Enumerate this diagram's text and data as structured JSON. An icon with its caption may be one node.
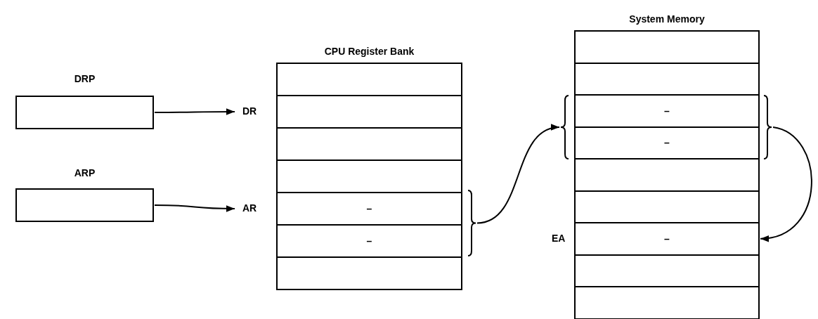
{
  "diagram": {
    "nodes": [
      {
        "text": [
          "DRP"
        ]
      },
      {
        "text": [
          "ARP"
        ]
      },
      {
        "text": [
          "CPU Register Bank"
        ]
      },
      {
        "text": [],
        "shape": "box",
        "in": 2
      },
      {
        "text": [],
        "shape": "box",
        "in": 2,
        "beside": [
          "DR"
        ]
      },
      {
        "text": [],
        "shape": "box",
        "in": 2
      },
      {
        "text": [],
        "shape": "box",
        "in": 2
      },
      {
        "text": [
          "–"
        ],
        "in": 2,
        "beside": [
          "AR"
        ]
      },
      {
        "text": [
          "–"
        ],
        "in": 2
      },
      {
        "text": [],
        "shape": "box",
        "in": 2
      },
      {
        "text": [],
        "shape": "bracket"
      },
      {
        "text": [
          "System Memory"
        ]
      },
      {
        "text": [],
        "shape": "box",
        "in": 11
      },
      {
        "text": [],
        "shape": "box",
        "in": 11
      },
      {
        "text": [
          "–"
        ],
        "in": 11
      },
      {
        "text": [
          "–"
        ],
        "in": 11
      },
      {
        "text": [],
        "shape": "box",
        "in": 11
      },
      {
        "text": [],
        "shape": "box",
        "in": 11
      },
      {
        "text": [
          "–"
        ],
        "in": 11,
        "beside": [
          "EA"
        ]
      },
      {
        "text": [],
        "shape": "box",
        "in": 11
      },
      {
        "text": [],
        "shape": "box",
        "in": 11
      },
      {
        "text": [],
        "shape": "bracket"
      },
      {
        "text": [],
        "shape": "bracket"
      }
    ],
    "edges": [
      {
        "from": 0,
        "to": 4,
        "arrow": "to"
      },
      {
        "from": 1,
        "to": 7,
        "arrow": "to"
      },
      {
        "from": 10,
        "to": 21,
        "arrow": "to"
      },
      {
        "from": 22,
        "to": 18,
        "arrow": "to"
      }
    ]
  }
}
